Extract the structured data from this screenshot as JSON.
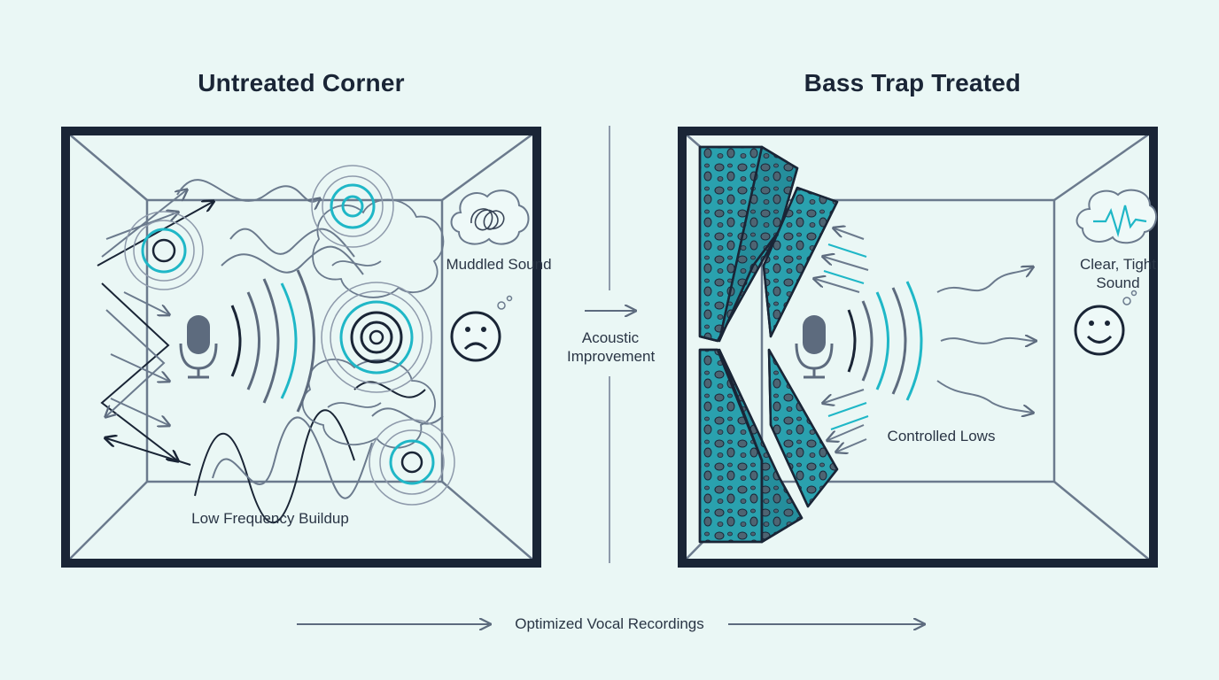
{
  "panels": {
    "left": {
      "title": "Untreated Corner",
      "bubble_label": "Muddled Sound",
      "bottom_label": "Low Frequency Buildup"
    },
    "right": {
      "title": "Bass Trap Treated",
      "bubble_label": "Clear, Tight Sound",
      "bottom_label": "Controlled Lows"
    }
  },
  "divider": {
    "label": "Acoustic Improvement"
  },
  "footer": {
    "label": "Optimized Vocal Recordings"
  },
  "colors": {
    "background": "#eaf7f5",
    "frame": "#1a2536",
    "accent": "#1fb7c7",
    "trap": "#2aa1ae",
    "line": "#6b7a8d"
  },
  "icons": [
    "microphone-icon",
    "frown-face-icon",
    "smile-face-icon",
    "tangle-cloud-icon",
    "waveform-cloud-icon",
    "arrow-right-icon"
  ]
}
